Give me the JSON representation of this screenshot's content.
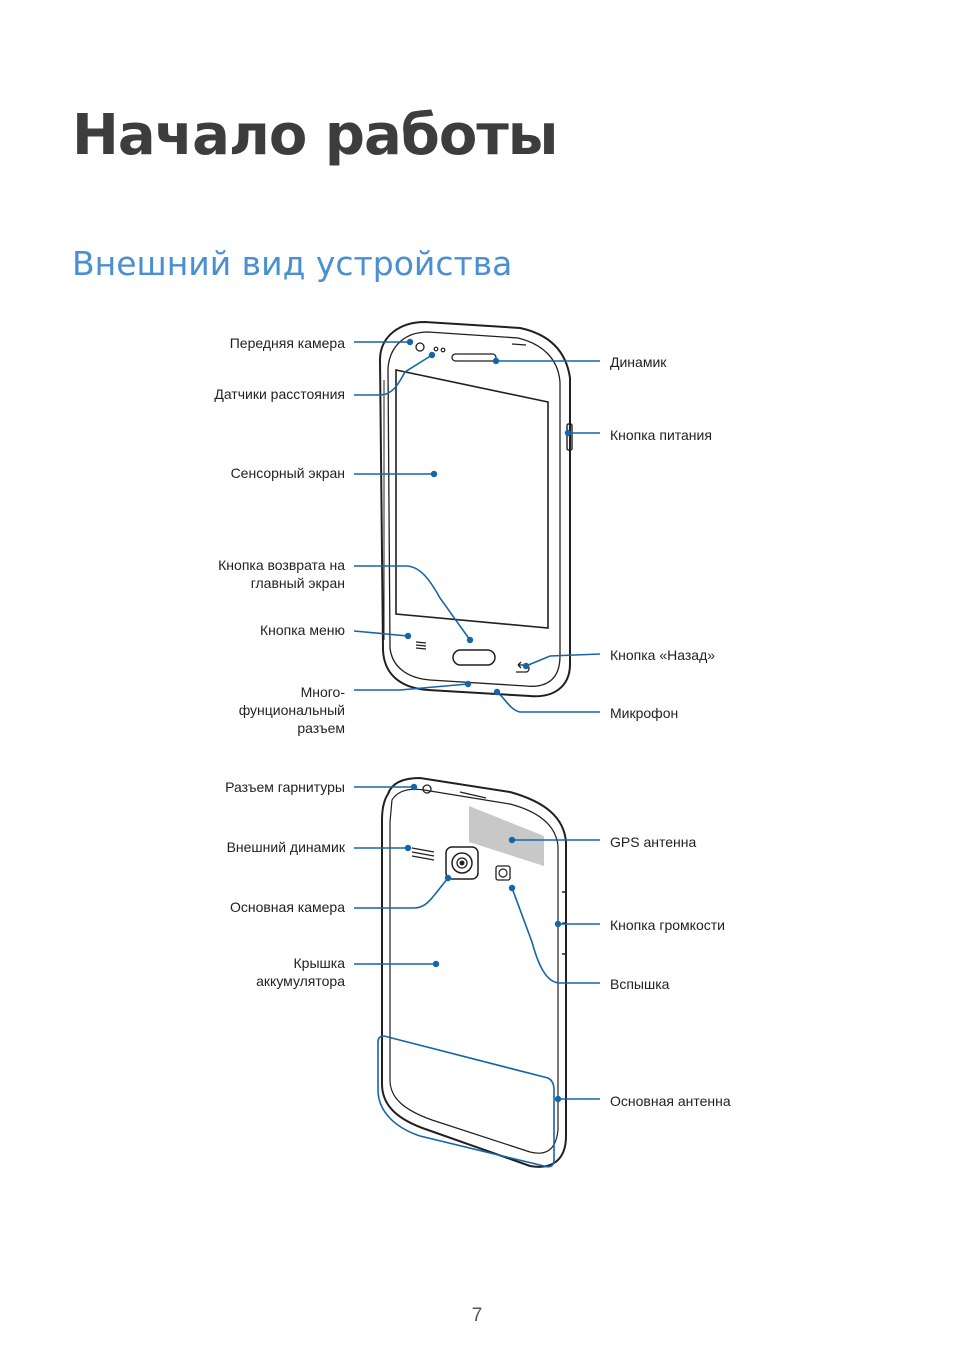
{
  "page": {
    "chapter_title": "Начало работы",
    "section_title": "Внешний вид устройства",
    "page_number": "7"
  },
  "front_labels": {
    "front_camera": "Передняя камера",
    "proximity_sensors": "Датчики расстояния",
    "touch_screen": "Сенсорный экран",
    "home_key_line1": "Кнопка возврата на",
    "home_key_line2": "главный экран",
    "menu_key": "Кнопка меню",
    "multipurpose_jack_line1": "Много-",
    "multipurpose_jack_line2": "фунциональный",
    "multipurpose_jack_line3": "разъем",
    "earpiece": "Динамик",
    "power_key": "Кнопка питания",
    "back_key": "Кнопка «Назад»",
    "microphone": "Микрофон"
  },
  "back_labels": {
    "headset_jack": "Разъем гарнитуры",
    "speaker": "Внешний динамик",
    "rear_camera": "Основная камера",
    "battery_cover_line1": "Крышка",
    "battery_cover_line2": "аккумулятора",
    "gps_antenna": "GPS антенна",
    "volume_key": "Кнопка громкости",
    "flash": "Вспышка",
    "main_antenna": "Основная антенна"
  },
  "colors": {
    "callout": "#1565a8",
    "heading_blue": "#4a8fd2",
    "heading_dark": "#3d3d3d",
    "device_outline": "#231f20",
    "gps_area": "#c8c8c8"
  }
}
